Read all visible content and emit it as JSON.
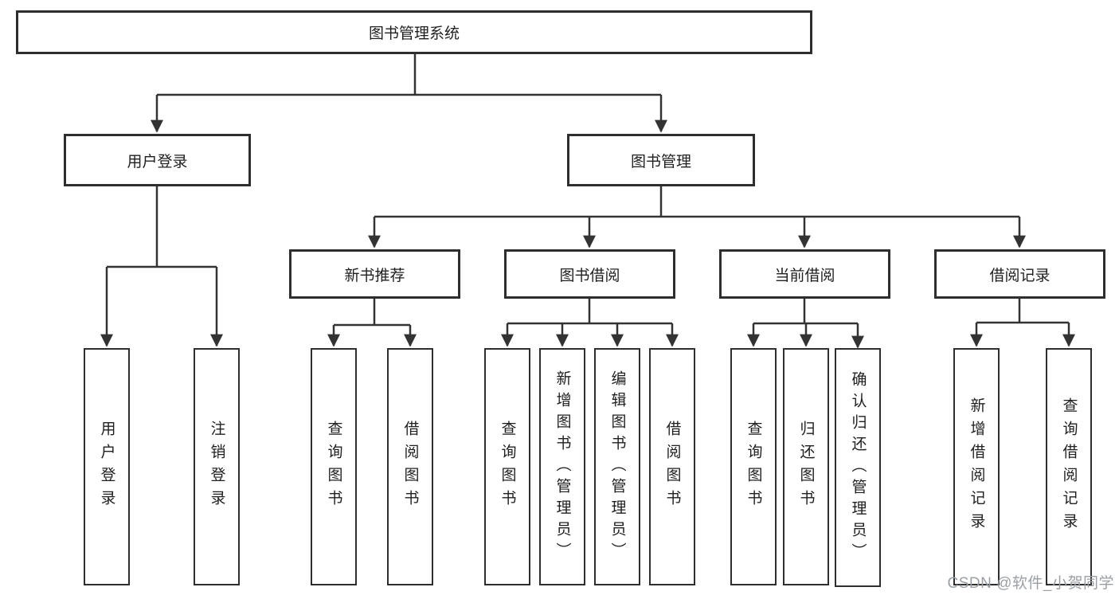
{
  "diagram": {
    "title": "图书管理系统",
    "root": {
      "label": "图书管理系统"
    },
    "level2": [
      {
        "id": "user-login",
        "label": "用户登录"
      },
      {
        "id": "book-management",
        "label": "图书管理"
      }
    ],
    "level3": [
      {
        "id": "new-book-recommend",
        "label": "新书推荐",
        "parent": "图书管理"
      },
      {
        "id": "book-borrowing",
        "label": "图书借阅",
        "parent": "图书管理"
      },
      {
        "id": "current-borrowing",
        "label": "当前借阅",
        "parent": "图书管理"
      },
      {
        "id": "borrowing-records",
        "label": "借阅记录",
        "parent": "图书管理"
      }
    ],
    "leaves": [
      {
        "id": "leaf-user-login",
        "label": "用户登录",
        "parent": "用户登录"
      },
      {
        "id": "leaf-logout",
        "label": "注销登录",
        "parent": "用户登录"
      },
      {
        "id": "leaf-query-books-a",
        "label": "查询图书",
        "parent": "新书推荐"
      },
      {
        "id": "leaf-borrow-books-a",
        "label": "借阅图书",
        "parent": "新书推荐"
      },
      {
        "id": "leaf-query-books-b",
        "label": "查询图书",
        "parent": "图书借阅"
      },
      {
        "id": "leaf-add-books",
        "label": "新增图书（管理员）",
        "parent": "图书借阅"
      },
      {
        "id": "leaf-edit-books",
        "label": "编辑图书（管理员）",
        "parent": "图书借阅"
      },
      {
        "id": "leaf-borrow-books-b",
        "label": "借阅图书",
        "parent": "图书借阅"
      },
      {
        "id": "leaf-query-books-c",
        "label": "查询图书",
        "parent": "当前借阅"
      },
      {
        "id": "leaf-return-books",
        "label": "归还图书",
        "parent": "当前借阅"
      },
      {
        "id": "leaf-confirm-return",
        "label": "确认归还（管理员）",
        "parent": "当前借阅"
      },
      {
        "id": "leaf-add-record",
        "label": "新增借阅记录",
        "parent": "借阅记录"
      },
      {
        "id": "leaf-query-record",
        "label": "查询借阅记录",
        "parent": "借阅记录"
      }
    ]
  },
  "watermark": {
    "text": "CSDN @软件_小贺同学"
  },
  "colors": {
    "line": "#333333",
    "box_border": "#2e2e2e",
    "text": "#1f1f1f",
    "watermark": "#9aa0a5",
    "background": "#ffffff"
  }
}
